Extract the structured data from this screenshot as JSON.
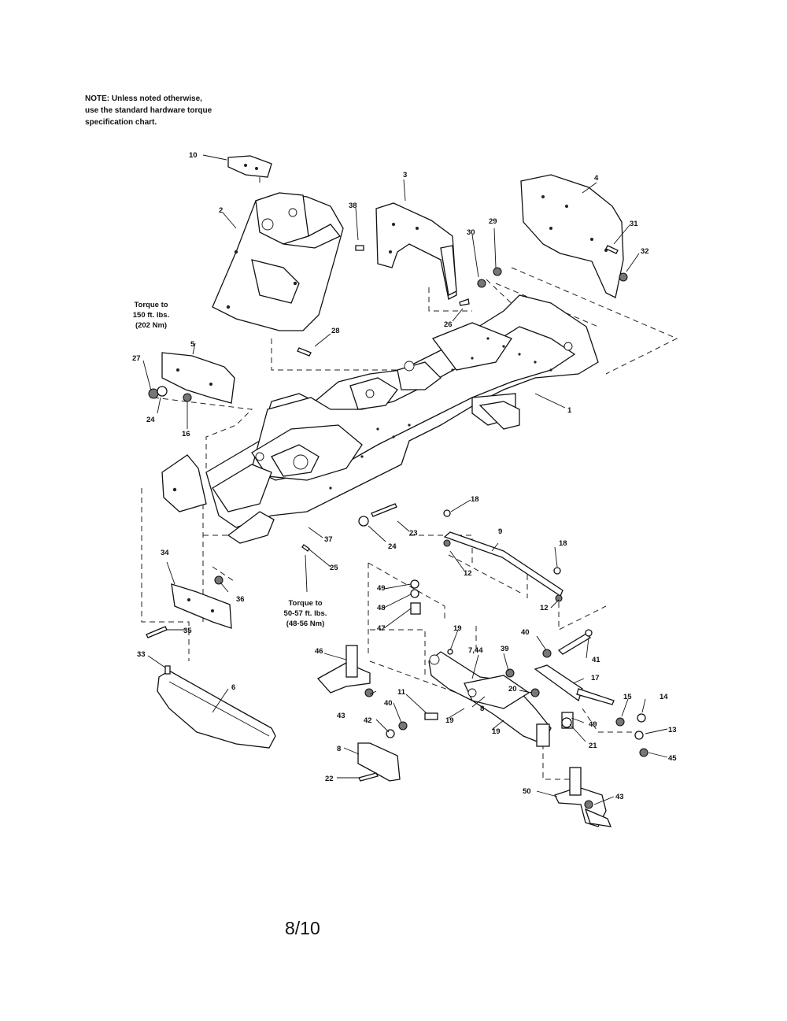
{
  "note": {
    "lines": [
      "NOTE: Unless noted otherwise,",
      "use the standard hardware torque",
      "specification chart."
    ]
  },
  "torque_callouts": {
    "upper": [
      "Torque to",
      "150 ft. lbs.",
      "(202 Nm)"
    ],
    "lower": [
      "Torque to",
      "50-57 ft. lbs.",
      "(48-56 Nm)"
    ]
  },
  "labels": {
    "l1": "1",
    "l2": "2",
    "l3": "3",
    "l4": "4",
    "l5": "5",
    "l6": "6",
    "l7_44": "7,44",
    "l8a": "8",
    "l8b": "8",
    "l9": "9",
    "l10": "10",
    "l11": "11",
    "l12a": "12",
    "l12b": "12",
    "l13": "13",
    "l14": "14",
    "l15": "15",
    "l16": "16",
    "l17": "17",
    "l18a": "18",
    "l18b": "18",
    "l19a": "19",
    "l19b": "19",
    "l19c": "19",
    "l20": "20",
    "l21": "21",
    "l22": "22",
    "l23": "23",
    "l24a": "24",
    "l24b": "24",
    "l25": "25",
    "l26": "26",
    "l27": "27",
    "l28": "28",
    "l29": "29",
    "l30": "30",
    "l31": "31",
    "l32": "32",
    "l33": "33",
    "l34": "34",
    "l35": "35",
    "l36": "36",
    "l37": "37",
    "l38": "38",
    "l39": "39",
    "l40a": "40",
    "l40b": "40",
    "l41": "41",
    "l42": "42",
    "l43a": "43",
    "l43b": "43",
    "l45": "45",
    "l46": "46",
    "l47": "47",
    "l48": "48",
    "l49a": "49",
    "l49b": "49",
    "l50": "50"
  },
  "page_number": "8/10"
}
